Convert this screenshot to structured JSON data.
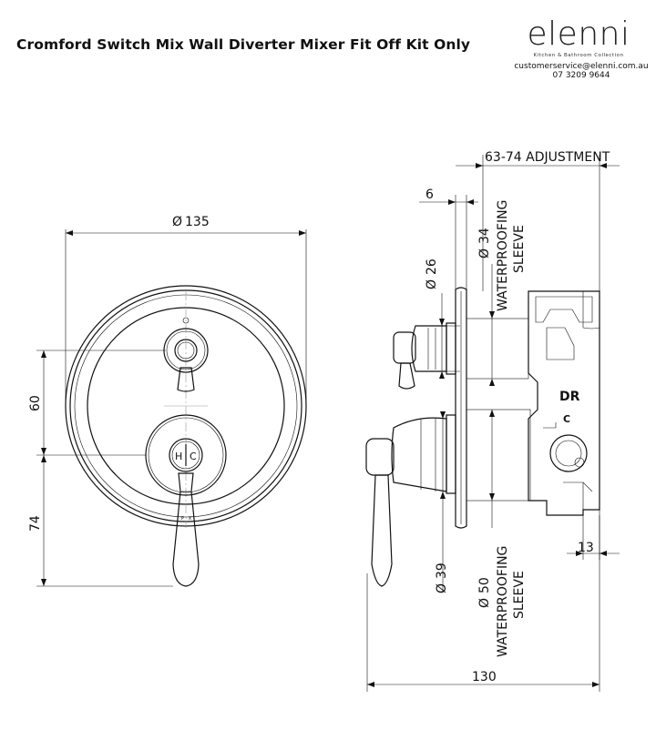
{
  "header": {
    "title": "Cromford Switch Mix Wall Diverter Mixer Fit Off Kit Only",
    "logo_text": "elenni",
    "tagline": "Kitchen & Bathroom Collection",
    "email": "customerservice@elenni.com.au",
    "phone": "07 3209 9644"
  },
  "front_view": {
    "dim_diameter": "135",
    "dim_vertical_upper": "60",
    "dim_vertical_lower": "74",
    "handle_h": "H",
    "handle_c": "C"
  },
  "side_view": {
    "adjustment": "63-74 ADJUSTMENT",
    "dim_6": "6",
    "dim_26": "26",
    "dim_34": "34",
    "sleeve_top_line1": "WATERPROOFING",
    "sleeve_top_line2": "SLEEVE",
    "dim_39": "39",
    "dim_50": "50",
    "sleeve_bottom_line1": "WATERPROOFING",
    "sleeve_bottom_line2": "SLEEVE",
    "dim_13": "13",
    "dim_130": "130",
    "label_dr": "DR",
    "label_c": "C"
  },
  "symbols": {
    "diameter": "Ø"
  }
}
